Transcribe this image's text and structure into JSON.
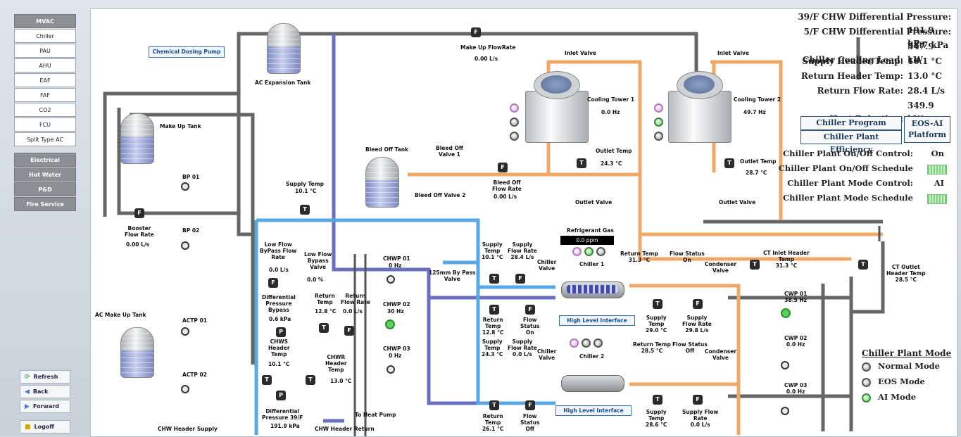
{
  "sidebar": {
    "menu": [
      "MVAC",
      "Chiller",
      "PAU",
      "AHU",
      "EAF",
      "FAF",
      "CO2",
      "FCU",
      "Split Type AC"
    ],
    "menu2": [
      "Electrical",
      "Hot Water",
      "P&D",
      "Fire Service"
    ],
    "actions": [
      {
        "icon": "refresh-icon",
        "label": "Refresh"
      },
      {
        "icon": "back-icon",
        "label": "Back"
      },
      {
        "icon": "forward-icon",
        "label": "Forward"
      }
    ],
    "logoff": "Logoff"
  },
  "status": [
    {
      "label": "39/F CHW Differential Pressure:",
      "value": "191.9 kPa"
    },
    {
      "label": "5/F CHW Differential Pressure:",
      "value": "98.7 kPa"
    },
    {
      "label": "Chiller Cooling Load:",
      "value": "347.9 kW"
    },
    {
      "label": "Supply Header Temp:",
      "value": "10.1 °C"
    },
    {
      "label": "Return Header Temp:",
      "value": "13.0 °C"
    },
    {
      "label": "Return Flow Rate:",
      "value": "28.4 L/s"
    },
    {
      "label": "Heat Rejection:",
      "value": "349.9 kW"
    }
  ],
  "buttons": {
    "program": "Chiller Program Setting",
    "efficiency": "Chiller Plant Efficiency",
    "eos": "EOS-AI Platform"
  },
  "controls": [
    {
      "label": "Chiller Plant On/Off Control:",
      "value": "On"
    },
    {
      "label": "Chiller Plant On/Off Schedule",
      "value": ""
    },
    {
      "label": "Chiller Plant Mode Control:",
      "value": "AI"
    },
    {
      "label": "Chiller Plant Mode Schedule",
      "value": ""
    }
  ],
  "mode": {
    "title": "Chiller Plant Mode",
    "items": [
      "Normal Mode",
      "EOS Mode",
      "AI Mode"
    ]
  },
  "labels": {
    "chemical": "Chemical Dosing Pump",
    "ac_exp": "AC Expansion Tank",
    "makeup_flow": "Make Up FlowRate",
    "makeup_flow_val": "0.00 L/s",
    "makeup_tank": "Make Up Tank",
    "bp01": "BP 01",
    "bp02": "BP 02",
    "booster": "Booster\nFlow Rate",
    "booster_val": "0.00 L/s",
    "ac_makeup": "AC Make Up Tank",
    "actp01": "ACTP 01",
    "actp02": "ACTP 02",
    "chw_supply": "CHW Header Supply",
    "chw_return": "CHW Header Return",
    "supply_temp": "Supply Temp",
    "supply_temp_val": "10.1 °C",
    "bleed_tank": "Bleed Off Tank",
    "bleed_v1": "Bleed Off\nValve 1",
    "bleed_v2": "Bleed Off Valve 2",
    "bleed_flow": "Bleed Off\nFlow Rate",
    "bleed_flow_val": "0.00 L/s",
    "inlet1": "Inlet Valve",
    "inlet2": "Inlet Valve",
    "ct1": "Cooling Tower 1",
    "ct1_hz": "0.0 Hz",
    "ct2": "Cooling Tower 2",
    "ct2_hz": "49.7 Hz",
    "outlet_temp1": "Outlet Temp",
    "outlet_temp1_val": "24.3 °C",
    "outlet_temp2": "Outlet Temp",
    "outlet_temp2_val": "28.7 °C",
    "outlet_v1": "Outlet Valve",
    "outlet_v2": "Outlet Valve",
    "low_bypass_flow": "Low Flow\nByPass Flow\nRate",
    "low_bypass_flow_val": "0.0 L/s",
    "low_bypass_valve": "Low Flow\nBypass\nValve",
    "low_bypass_valve_val": "0.0 %",
    "diff_bypass": "Differential\nPressure\nBypass",
    "diff_bypass_val": "0.6 kPa",
    "chws_temp": "CHWS\nHeader\nTemp",
    "chws_temp_val": "10.1 °C",
    "ret_temp": "Return\nTemp",
    "ret_temp_val": "12.8 °C",
    "ret_flow": "Return\nFlow Rate",
    "ret_flow_val": "0.0 L/s",
    "chwr_temp": "CHWR\nHeader\nTemp",
    "chwr_temp_val": "13.0 °C",
    "diff39": "Differential\nPressure 39/F",
    "diff39_val": "191.9 kPa",
    "heat_pump": "To Heat Pump",
    "chwp01": "CHWP 01",
    "chwp01_hz": "0 Hz",
    "chwp02": "CHWP 02",
    "chwp02_hz": "30 Hz",
    "chwp03": "CHWP 03",
    "chwp03_hz": "0 Hz",
    "bypass125": "125mm By Pass\nValve",
    "c1_supply_temp": "Supply\nTemp\n10.1 °C",
    "c1_supply_flow": "Supply\nFlow Rate\n28.4 L/s",
    "c1_valve": "Chiller\nValve",
    "refgas": "Refrigerant Gas",
    "refgas_val": "0.0 ppm",
    "chiller1": "Chiller 1",
    "chiller2": "Chiller 2",
    "c1_return_temp": "Return\nTemp\n12.8 °C",
    "c1_flow_status": "Flow\nStatus\nOn",
    "hli1": "High Level Interface",
    "hli2": "High Level Interface",
    "c2_supply_temp": "Supply\nTemp\n24.3 °C",
    "c2_supply_flow": "Supply\nFlow Rate\n0.0 L/s",
    "c2_valve": "Chiller\nValve",
    "c2_return_temp": "Return\nTemp\n26.1 °C",
    "c2_flow_status": "Flow\nStatus\nOff",
    "cond1_return": "Return Temp\n31.3 °C",
    "cond1_flow": "Flow Status\nOn",
    "cond1_valve": "Condenser\nValve",
    "cond1_supply_temp": "Supply\nTemp\n29.0 °C",
    "cond1_supply_flow": "Supply\nFlow Rate\n29.8 L/s",
    "cond2_return": "Return Temp\n28.5 °C",
    "cond2_flow": "Flow Status\nOff",
    "cond2_valve": "Condenser\nValve",
    "cond2_supply_temp": "Supply\nTemp\n28.6 °C",
    "cond2_supply_flow": "Supply Flow\nRate\n0.0 L/s",
    "ct_inlet": "CT Inlet Header\nTemp\n31.3 °C",
    "ct_outlet": "CT Outlet\nHeader Temp\n28.5 °C",
    "cwp01": "CWP 01\n38.5 Hz",
    "cwp02": "CWP 02\n0.0 Hz",
    "cwp03": "CWP 03\n0.0 Hz"
  },
  "colors": {
    "chw_supply": "#5aa7e6",
    "chw_return": "#6a6fc2",
    "condenser": "#f0a868",
    "pipe": "#666666",
    "on": "#5ad05a"
  }
}
